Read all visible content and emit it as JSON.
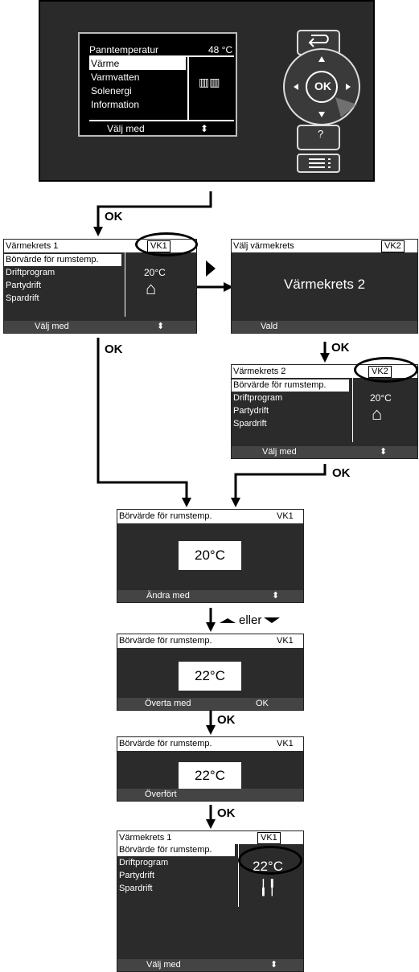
{
  "device": {
    "rows": [
      {
        "label": "Panntemperatur",
        "value": "48 °C"
      },
      {
        "label": "Värme"
      },
      {
        "label": "Varmvatten"
      },
      {
        "label": "Solenergi"
      },
      {
        "label": "Information"
      }
    ],
    "footer": "Välj med",
    "ok_key": "OK",
    "help_key": "?"
  },
  "labels": {
    "ok": "OK",
    "eller": "eller"
  },
  "screen_vk1": {
    "title": "Värmekrets 1",
    "tag": "VK1",
    "items": [
      "Börvärde för rumstemp.",
      "Driftprogram",
      "Partydrift",
      "Spardrift"
    ],
    "temp": "20°C",
    "footer": "Välj med"
  },
  "screen_select": {
    "title": "Välj värmekrets",
    "tag": "VK2",
    "center": "Värmekrets 2",
    "footer": "Vald"
  },
  "screen_vk2": {
    "title": "Värmekrets 2",
    "tag": "VK2",
    "items": [
      "Börvärde för rumstemp.",
      "Driftprogram",
      "Partydrift",
      "Spardrift"
    ],
    "temp": "20°C",
    "footer": "Välj med"
  },
  "screen_set1": {
    "title": "Börvärde för rumstemp.",
    "tag": "VK1",
    "temp": "20°C",
    "footer": "Ändra med"
  },
  "screen_set2": {
    "title": "Börvärde för rumstemp.",
    "tag": "VK1",
    "temp": "22°C",
    "footer": "Överta med",
    "footer_right": "OK"
  },
  "screen_set3": {
    "title": "Börvärde för rumstemp.",
    "tag": "VK1",
    "temp": "22°C",
    "footer": "Överfört"
  },
  "screen_final": {
    "title": "Värmekrets 1",
    "tag": "VK1",
    "items": [
      "Börvärde för rumstemp.",
      "Driftprogram",
      "Partydrift",
      "Spardrift"
    ],
    "temp": "22°C",
    "footer": "Välj med"
  }
}
